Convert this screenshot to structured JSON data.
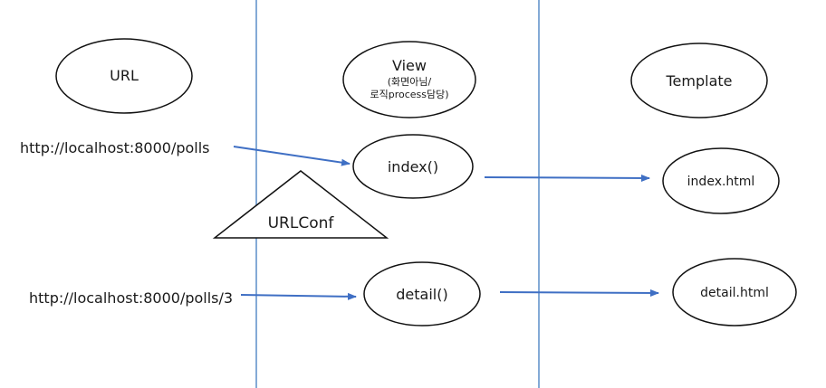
{
  "colors": {
    "background": "#ffffff",
    "divider": "#5b8ec9",
    "arrow": "#3f6fc4",
    "stroke": "#111111",
    "text": "#1a1a1a"
  },
  "columns": {
    "url_header": "URL",
    "view_header": "View",
    "view_note_line1": "(화면아님/",
    "view_note_line2": "로직process담당)",
    "template_header": "Template"
  },
  "urlconf_label": "URLConf",
  "rows": [
    {
      "url": "http://localhost:8000/polls",
      "view": "index()",
      "template": "index.html"
    },
    {
      "url": "http://localhost:8000/polls/3",
      "view": "detail()",
      "template": "detail.html"
    }
  ]
}
